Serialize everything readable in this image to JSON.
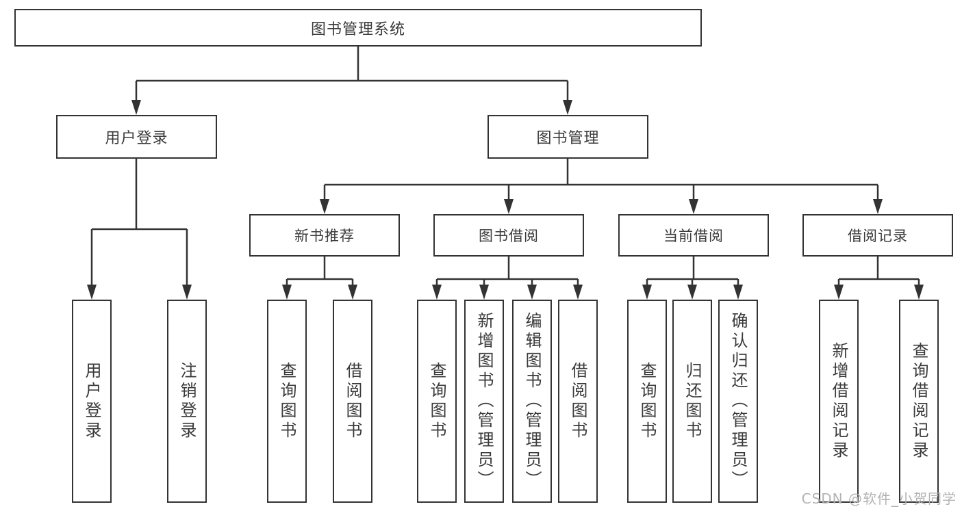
{
  "tree": {
    "root": {
      "label": "图书管理系统",
      "children": [
        {
          "label": "用户登录",
          "children": [
            {
              "label": "用户登录"
            },
            {
              "label": "注销登录"
            }
          ]
        },
        {
          "label": "图书管理",
          "children": [
            {
              "label": "新书推荐",
              "children": [
                {
                  "label": "查询图书"
                },
                {
                  "label": "借阅图书"
                }
              ]
            },
            {
              "label": "图书借阅",
              "children": [
                {
                  "label": "查询图书"
                },
                {
                  "label": "新增图书（管理员）"
                },
                {
                  "label": "编辑图书（管理员）"
                },
                {
                  "label": "借阅图书"
                }
              ]
            },
            {
              "label": "当前借阅",
              "children": [
                {
                  "label": "查询图书"
                },
                {
                  "label": "归还图书"
                },
                {
                  "label": "确认归还（管理员）"
                }
              ]
            },
            {
              "label": "借阅记录",
              "children": [
                {
                  "label": "新增借阅记录"
                },
                {
                  "label": "查询借阅记录"
                }
              ]
            }
          ]
        }
      ]
    }
  },
  "watermark": {
    "text": "CSDN @软件_小贺同学"
  },
  "colors": {
    "line": "#333333",
    "text": "#3a3a3a",
    "box_background": "#ffffff",
    "watermark": "#b3b3b3",
    "background": "#ffffff"
  }
}
